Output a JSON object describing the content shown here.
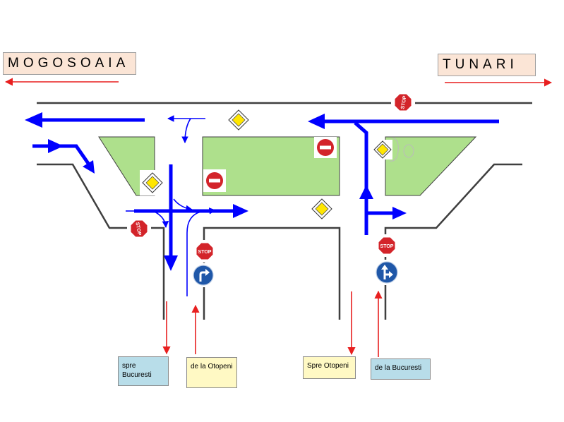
{
  "places": {
    "left": "MOGOSOAIA",
    "right": "TUNARI"
  },
  "directions": {
    "spre_bucuresti": "spre Bucuresti",
    "de_la_otopeni": "de la Otopeni",
    "spre_otopeni": "Spre  Otopeni",
    "de_la_bucuresti": "de la Bucuresti"
  },
  "signs": {
    "stop_text": "STOP"
  },
  "colors": {
    "road_line": "#3f3f3f",
    "traffic_arrow": "#0000ff",
    "direction_arrow": "#e81f1f",
    "island": "#aee08c",
    "stop_sign": "#d3242a",
    "no_entry": "#d3242a",
    "priority_sign": "#ffe600",
    "mandatory_sign": "#1f57a8"
  }
}
